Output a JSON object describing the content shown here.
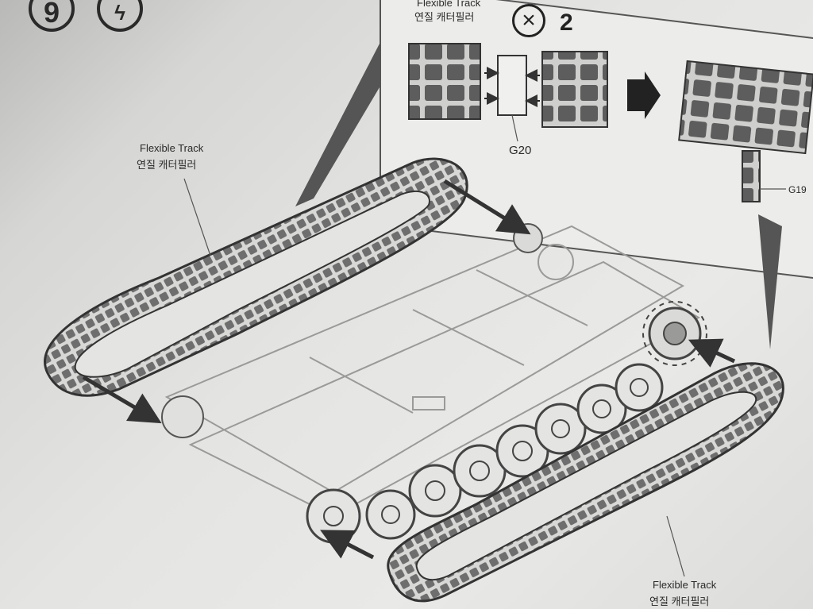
{
  "step": {
    "number": "9"
  },
  "inset": {
    "title_en": "Flexible Track",
    "title_ko": "연질 캐터필러",
    "quantity": "2",
    "part_g20": "G20",
    "part_g19": "G19"
  },
  "callouts": {
    "left_en": "Flexible Track",
    "left_ko": "연질 캐터필러",
    "bottom_en": "Flexible Track",
    "bottom_ko": "연질 캐터필러"
  },
  "icons": {
    "step": "step-number-badge",
    "cement": "cement-icon",
    "multiply": "multiply-circle-icon",
    "arrow": "direction-arrow-icon"
  },
  "colors": {
    "ink": "#2a2a2a",
    "track_fill": "#6e6e6e",
    "paper": "#e6e6e4"
  }
}
